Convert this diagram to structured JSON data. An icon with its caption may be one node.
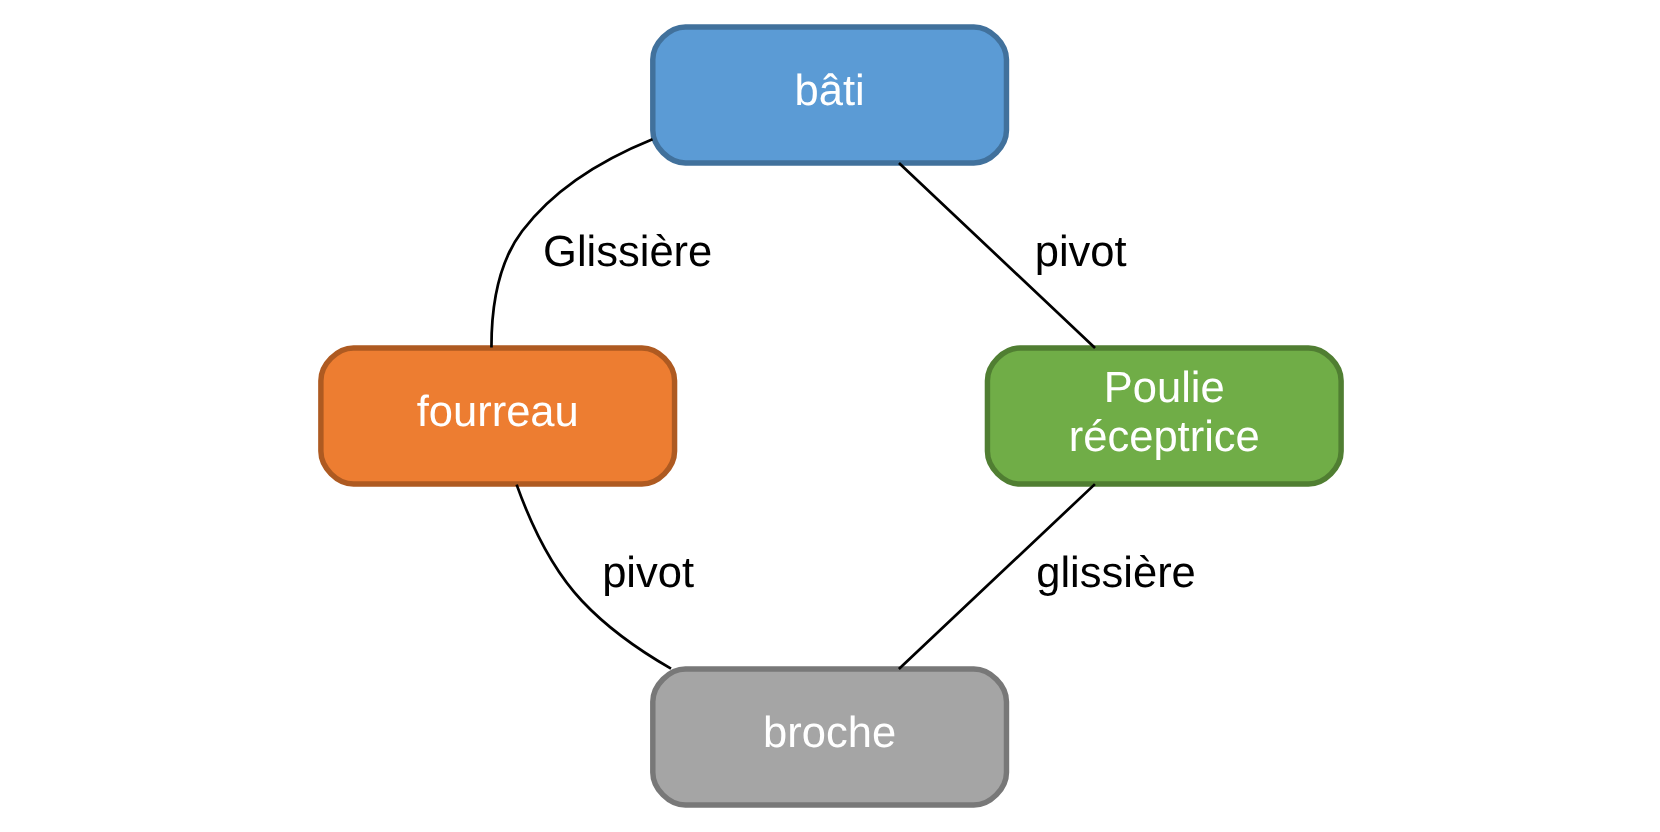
{
  "diagram": {
    "nodes": [
      {
        "text": [
          "bâti"
        ]
      },
      {
        "text": [
          "fourreau"
        ]
      },
      {
        "text": [
          "Poulie réceptrice"
        ]
      },
      {
        "text": [
          "broche"
        ]
      }
    ],
    "edges": [
      {
        "from": 0,
        "to": 1,
        "arrow": "none",
        "label": "Glissière"
      },
      {
        "from": 0,
        "to": 2,
        "arrow": "none",
        "label": "pivot"
      },
      {
        "from": 1,
        "to": 3,
        "arrow": "none",
        "label": "pivot"
      },
      {
        "from": 3,
        "to": 2,
        "arrow": "none",
        "label": "glissière"
      }
    ]
  }
}
